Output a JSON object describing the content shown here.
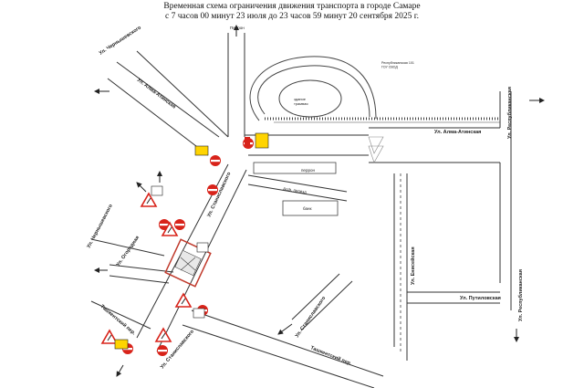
{
  "header": {
    "line1": "Временная схема ограничения движения транспорта в городе Самаре",
    "line2": "с 7 часов 00 минут 23 июля до 23 часов 59 минут 20 сентября 2025 г."
  },
  "streets": {
    "chernyshevskogo_top": "Ул. Чернышевского",
    "alma_atinskaya_left": "Ул. Алма-Атинская",
    "alma_atinskaya_right": "Ул. Алма-Атинская",
    "respublikanskaya_top": "Ул. Республиканская",
    "respublikanskaya_bottom": "Ул. Республиканская",
    "stanislavskogo_mid": "Ул. Станиславского",
    "stanislavskogo_bottom": "Ул. Станиславского",
    "chernyshevskogo_left": "Ул. Чернышевского",
    "ogorodnaya": "Ул. Огородная",
    "tashkentskaya_left": "Ташкентский пер.",
    "tashkentskaya_bottom": "Ташкентский пер.",
    "eniseyskaya": "Ул. Енисейская",
    "putilovskaya": "Ул. Путиловская",
    "stanislavskogo_small": "Ул. Станиславского"
  },
  "places": {
    "perron_top": "Перрон",
    "perron_small": "перрон",
    "school": "Республиканская 101\nГОУ СВОД",
    "zdanie": "здание\nтрамвая",
    "gor_proezd": "Асф. проезд",
    "bank": "банк"
  },
  "colors": {
    "sign_red": "#d8231a",
    "sign_yellow": "#ffd400",
    "road": "#555555",
    "zone": "#c0392b"
  }
}
